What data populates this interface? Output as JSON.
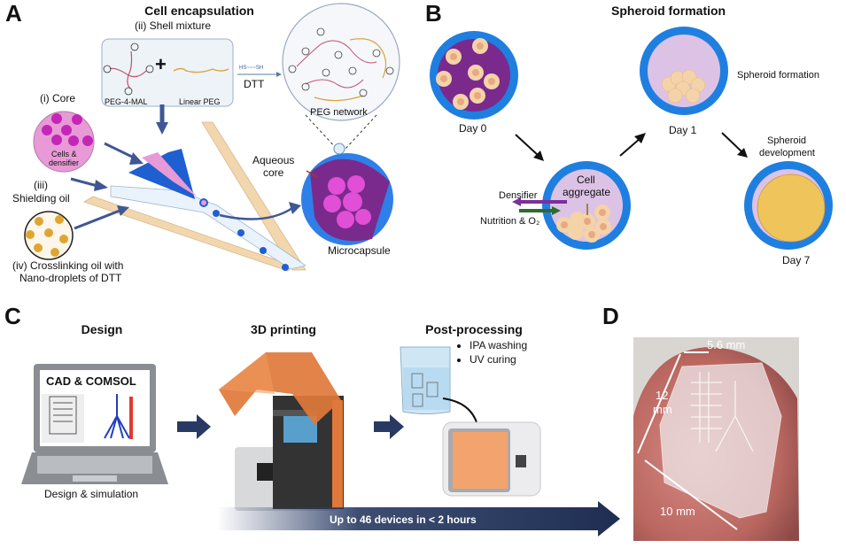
{
  "panels": {
    "A": {
      "letter": "A",
      "title": "Cell encapsulation",
      "shell_mixture": "(ii) Shell mixture",
      "peg4mal": "PEG-4-MAL",
      "plus": "+",
      "linear_peg": "Linear PEG",
      "dtt": "DTT",
      "dtt_formula": "HS~~~SH",
      "peg_network": "PEG network",
      "core": "(i) Core",
      "core_content_line1": "Cells &",
      "core_content_line2": "densifier",
      "shielding_line1": "(iii)",
      "shielding_line2": "Shielding oil",
      "crosslink_line1": "(iv) Crosslinking oil with",
      "crosslink_line2": "Nano-droplets of DTT",
      "aqueous_line1": "Aqueous",
      "aqueous_line2": "core",
      "microcapsule": "Microcapsule"
    },
    "B": {
      "letter": "B",
      "title": "Spheroid formation",
      "day0": "Day 0",
      "cell_aggregate_line1": "Cell",
      "cell_aggregate_line2": "aggregate",
      "densifier": "Densifier",
      "nutrition": "Nutrition & O₂",
      "day1": "Day 1",
      "spheroid_formation": "Spheroid formation",
      "spheroid_dev_line1": "Spheroid",
      "spheroid_dev_line2": "development",
      "day7": "Day 7"
    },
    "C": {
      "letter": "C",
      "design_title": "Design",
      "screen_text": "CAD & COMSOL",
      "design_caption": "Design & simulation",
      "printing_title": "3D printing",
      "post_title": "Post-processing",
      "post_items": [
        "IPA washing",
        "UV curing"
      ],
      "banner": "Up to 46 devices in < 2 hours"
    },
    "D": {
      "letter": "D",
      "dim_width": "5.6 mm",
      "dim_height_line1": "12",
      "dim_height_line2": "mm",
      "dim_length": "10 mm"
    }
  },
  "colors": {
    "blue_shell": "#1f7fe0",
    "purple_core": "#7a2a8c",
    "lavender": "#d9c3e3",
    "cell": "#f4d3a8",
    "cell_nucleus": "#e9a883",
    "navy_arrow": "#283a63",
    "orange_printer": "#e0783a",
    "pink_core": "#e79ad6",
    "magenta_cell": "#c426b8",
    "oil_gold": "#e0a531",
    "channel_tan": "#f2d7ae"
  }
}
